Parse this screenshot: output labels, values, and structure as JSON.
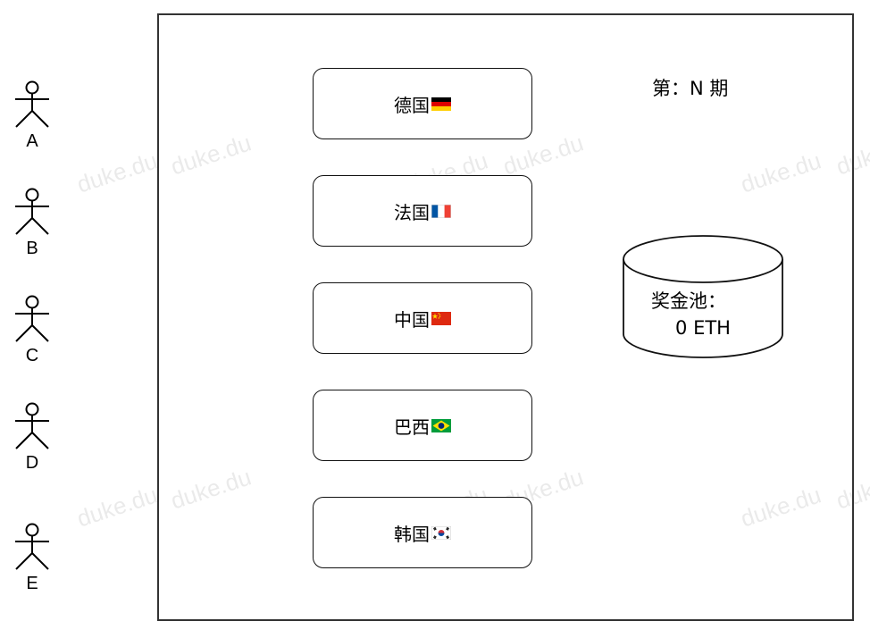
{
  "actors": [
    {
      "label": "A"
    },
    {
      "label": "B"
    },
    {
      "label": "C"
    },
    {
      "label": "D"
    },
    {
      "label": "E"
    }
  ],
  "countries": [
    {
      "name": "德国",
      "flag": "germany"
    },
    {
      "name": "法国",
      "flag": "france"
    },
    {
      "name": "中国",
      "flag": "china"
    },
    {
      "name": "巴西",
      "flag": "brazil"
    },
    {
      "name": "韩国",
      "flag": "korea"
    }
  ],
  "period": "第：N 期",
  "prize_pool": {
    "label": "奖金池：",
    "value": "0 ETH"
  },
  "watermark": "duke.du"
}
